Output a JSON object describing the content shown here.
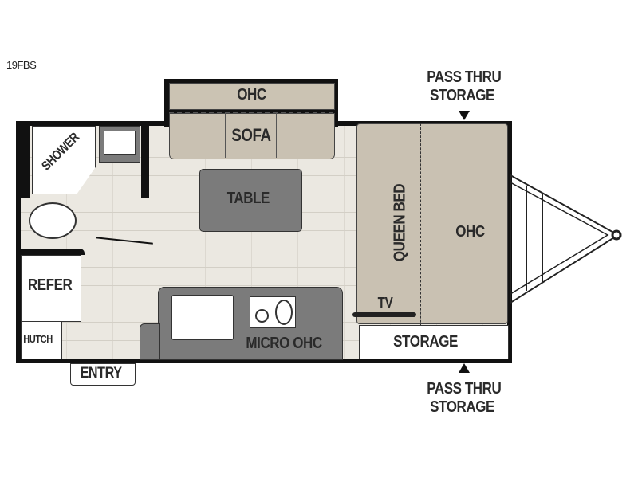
{
  "model": "19FBS",
  "labels": {
    "ohc_slide": "OHC",
    "sofa": "SOFA",
    "shower": "SHOWER",
    "table": "TABLE",
    "queen_bed": "QUEEN BED",
    "ohc_bed": "OHC",
    "tv": "TV",
    "storage": "STORAGE",
    "refer": "REFER",
    "hutch": "HUTCH",
    "entry": "ENTRY",
    "micro_ohc": "MICRO OHC"
  },
  "pass_thru_top": [
    "PASS THRU",
    "STORAGE"
  ],
  "pass_thru_bottom": [
    "PASS THRU",
    "STORAGE"
  ],
  "colors": {
    "tan": "#c9c1b2",
    "gray": "#7b7b7b",
    "floor": "#ebe8e1",
    "wall": "#111111"
  }
}
